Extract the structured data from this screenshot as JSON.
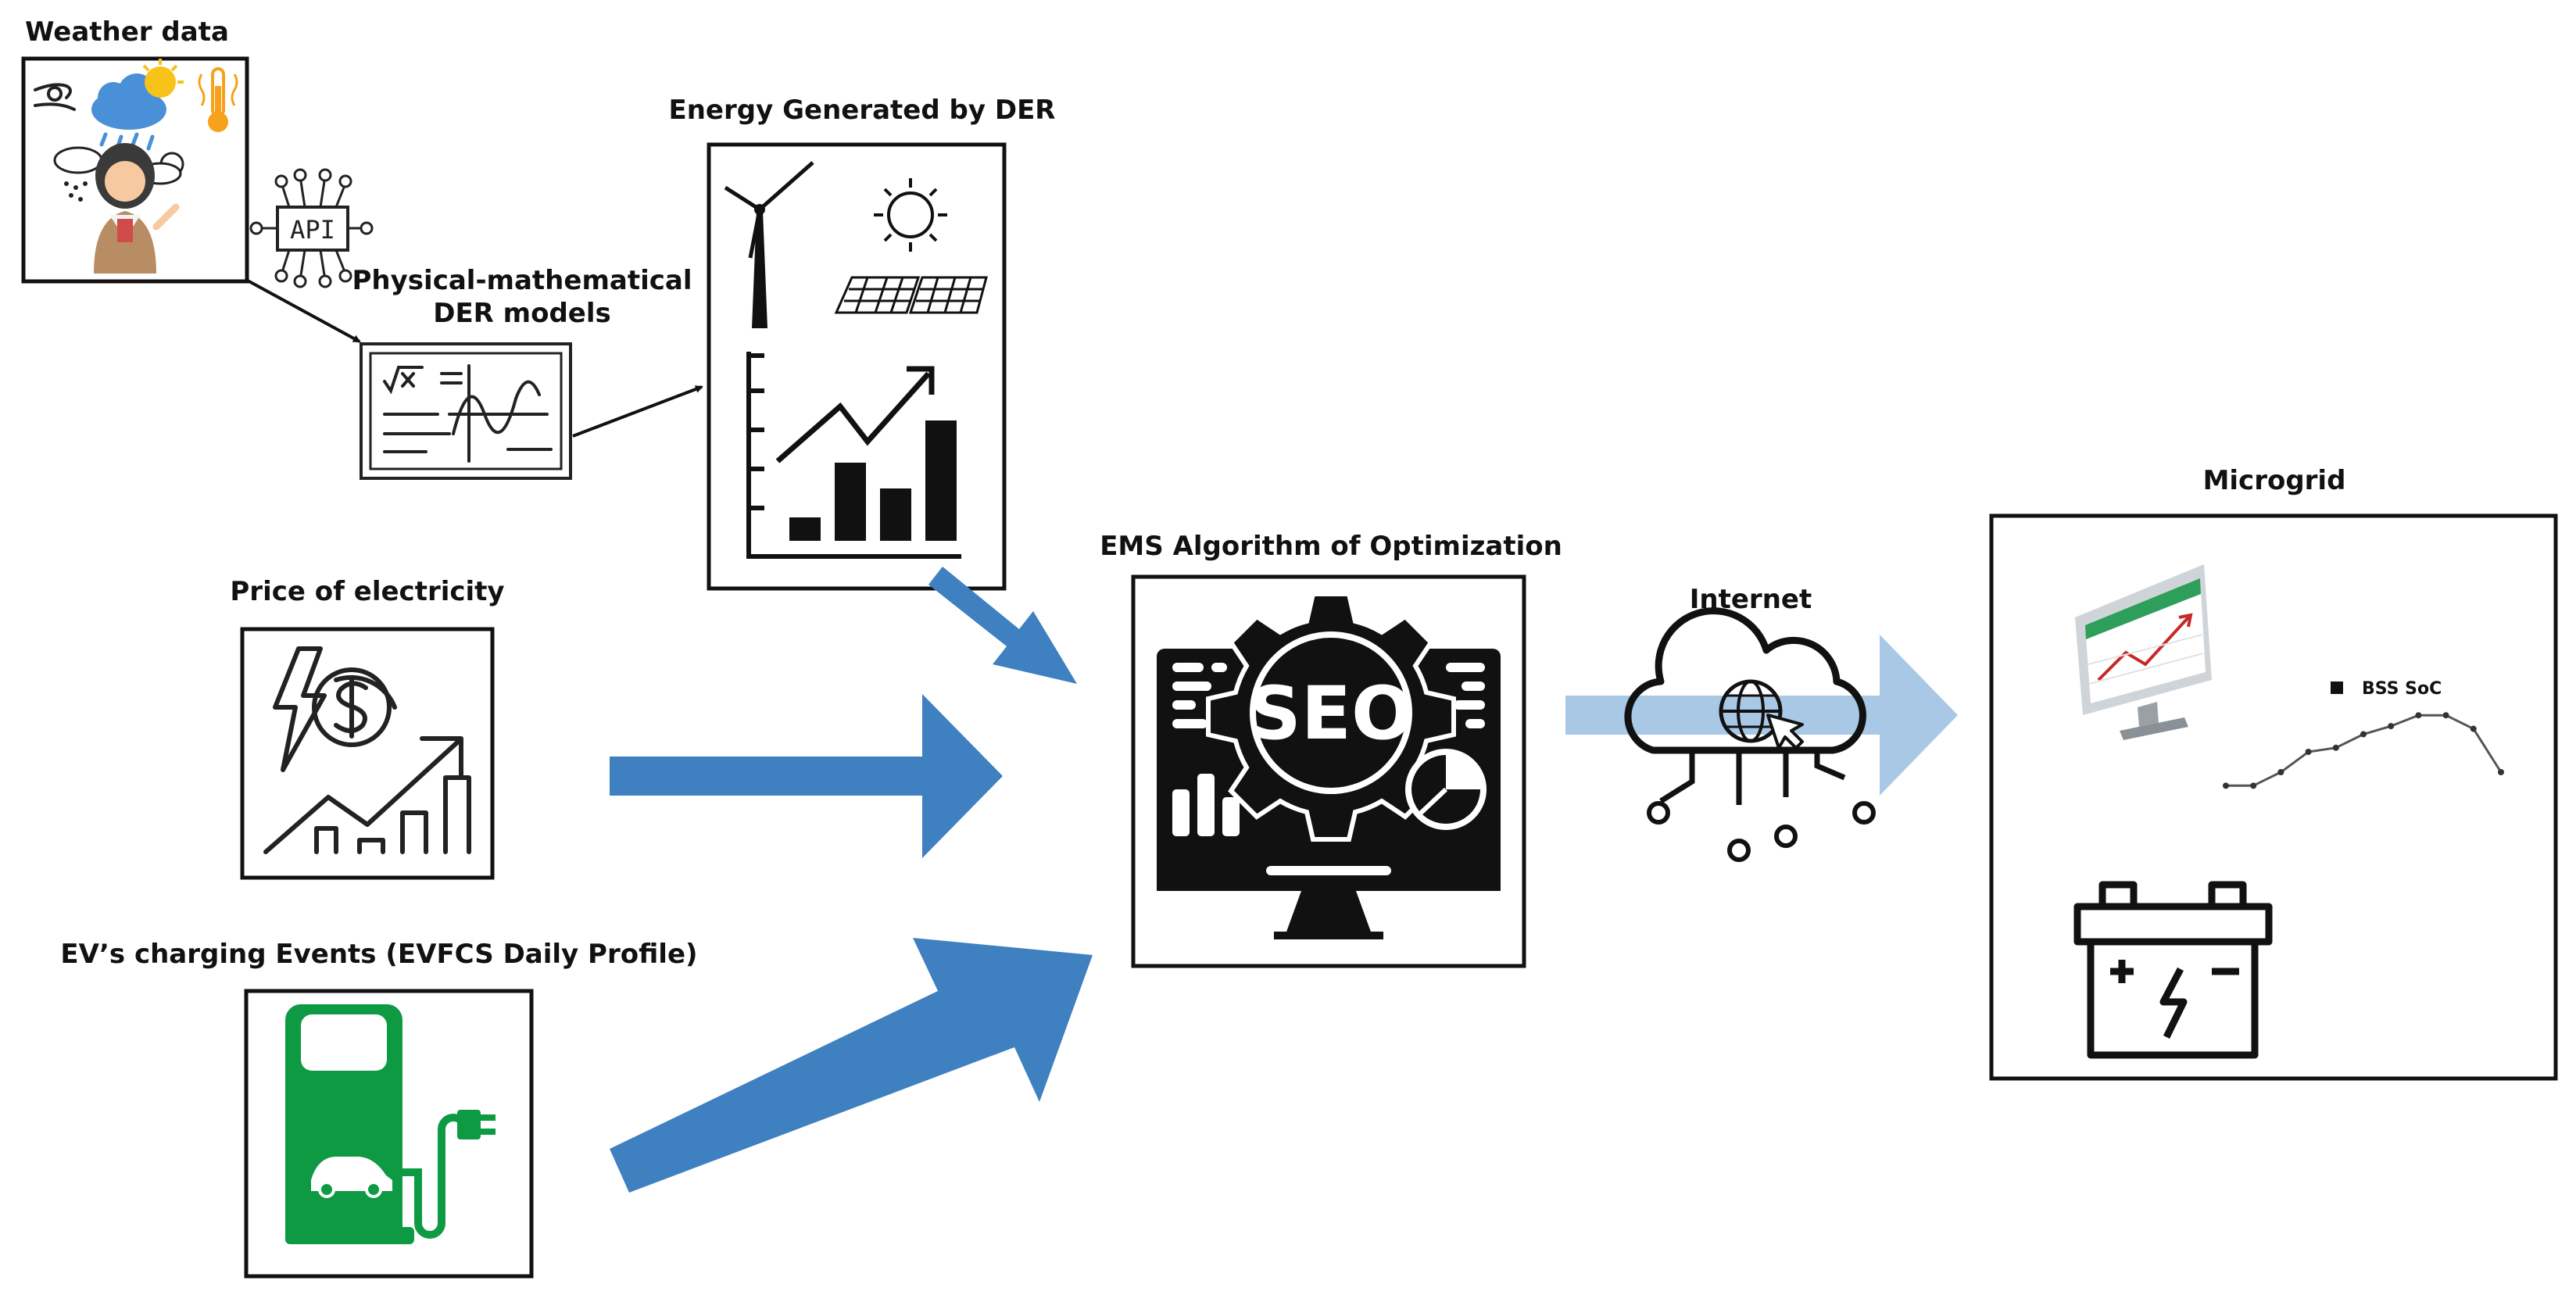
{
  "labels": {
    "weather": "Weather data",
    "api": "API",
    "physical_models_line1": "Physical-mathematical",
    "physical_models_line2": "DER models",
    "energy_der": "Energy Generated by DER",
    "price": "Price of electricity",
    "ev_events": "EV’s charging Events (EVFCS Daily Profile)",
    "ems": "EMS Algorithm of Optimization",
    "seo": "SEO",
    "internet": "Internet",
    "microgrid": "Microgrid",
    "bss_soc": "BSS SoC"
  },
  "colors": {
    "flow_arrow": "#3f80c0",
    "internet_arrow": "#a9c8e6",
    "ev_green": "#0e9a43",
    "gauge_orange": "#f6a21a",
    "sun_yellow": "#f7c21a",
    "rain_blue": "#4a90d9",
    "trend_red": "#c62828",
    "monitor_green": "#2e9e5b"
  },
  "icons": {
    "weather": "weather-presenter-icon",
    "api": "api-chip-icon",
    "models": "formula-board-icon",
    "der": "wind-solar-chart-icon",
    "price": "electricity-price-icon",
    "ev": "ev-charging-station-icon",
    "ems": "seo-gear-monitor-icon",
    "internet": "cloud-network-icon",
    "microgrid_monitor": "trend-monitor-icon",
    "battery": "battery-icon"
  },
  "bss_soc_profile": [
    0.2,
    0.2,
    0.3,
    0.45,
    0.48,
    0.58,
    0.64,
    0.72,
    0.72,
    0.62,
    0.3
  ]
}
